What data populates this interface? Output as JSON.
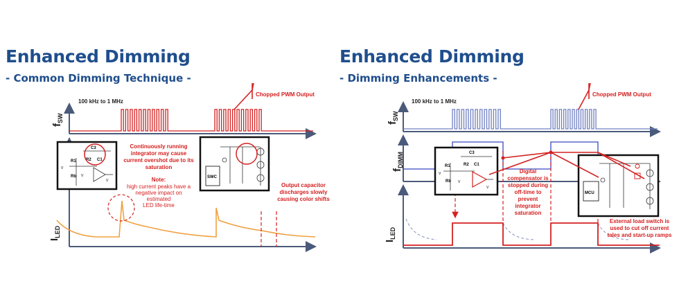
{
  "left": {
    "title": "Enhanced Dimming",
    "subtitle": "- Common Dimming Technique -",
    "freq": "100 kHz to 1 MHz",
    "chopped": "Chopped PWM Output",
    "note1": [
      "Continuously running",
      "integrator may cause",
      "current overshot due to its",
      "saturation"
    ],
    "note_head": "Note:",
    "note2": [
      "high current peaks have a",
      "negative impact on",
      "estimated",
      "LED life-time"
    ],
    "output_cap": [
      "Output capacitor",
      "discharges slowly",
      "causing color shifts"
    ],
    "axis_fsw": "f",
    "axis_fsw_sub": "SW",
    "axis_iled": "I",
    "axis_iled_sub": "LED",
    "circuit": {
      "c3": "C3",
      "r1": "R1",
      "r2": "R2",
      "c1": "C1",
      "rb": "Rb",
      "vref": "V",
      "vs": "V",
      "vi": "V",
      "swc": "SWC"
    }
  },
  "right": {
    "title": "Enhanced Dimming",
    "subtitle": "- Dimming Enhancements -",
    "freq": "100 kHz to 1 MHz",
    "chopped": "Chopped PWM Output",
    "digital": [
      "Digital",
      "compensator is",
      "stopped during",
      "off-time to",
      "prevent",
      "integrator",
      "saturation"
    ],
    "external": [
      "External load switch is",
      "used to cut off current",
      "tales and start-up ramps"
    ],
    "axis_fsw": "f",
    "axis_fsw_sub": "SW",
    "axis_fdimm": "f",
    "axis_fdimm_sub": "DIMM",
    "axis_iled": "I",
    "axis_iled_sub": "LED",
    "circuit": {
      "c3": "C3",
      "r1": "R1",
      "r2": "R2",
      "c1": "C1",
      "rb": "Rb",
      "vref": "V",
      "vs": "V",
      "vi": "V",
      "mcu": "MCU"
    }
  },
  "colors": {
    "title": "#1f4e8c",
    "axis": "#4a5a7a",
    "red": "#d42020",
    "orange": "#f0a040",
    "blue": "#3848c0",
    "pulse_blue": "#7080c0"
  }
}
